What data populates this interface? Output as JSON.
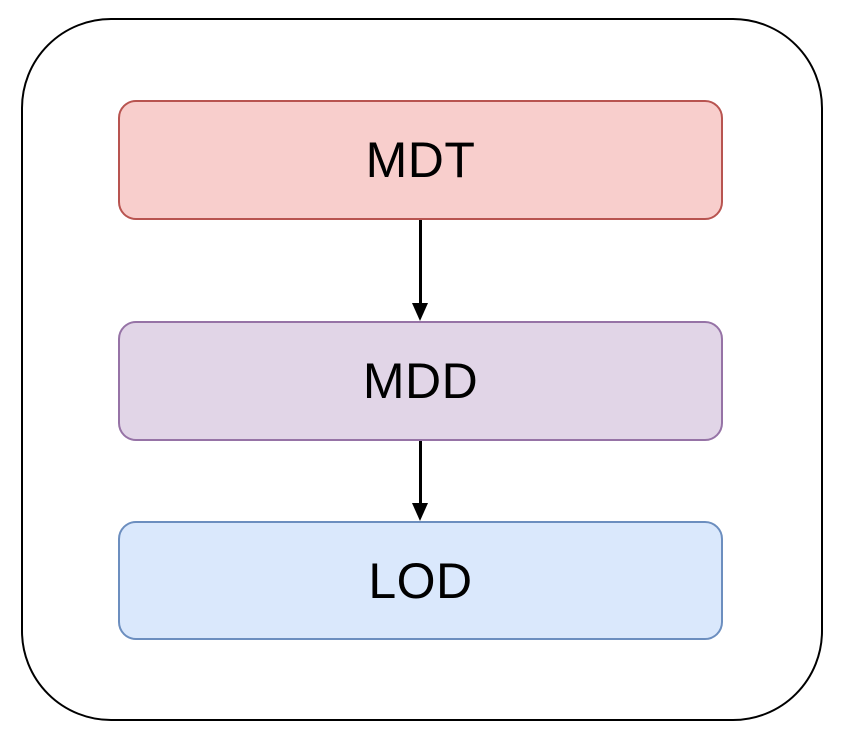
{
  "diagram": {
    "type": "flowchart",
    "canvas_background": "#ffffff",
    "container": {
      "border_color": "#000000"
    },
    "nodes": [
      {
        "id": "mdt",
        "label": "MDT",
        "fill": "#f8cecc",
        "stroke": "#b85450",
        "text_color": "#000000"
      },
      {
        "id": "mdd",
        "label": "MDD",
        "fill": "#e1d5e7",
        "stroke": "#9673a6",
        "text_color": "#000000"
      },
      {
        "id": "lod",
        "label": "LOD",
        "fill": "#dae8fc",
        "stroke": "#6c8ebf",
        "text_color": "#000000"
      }
    ],
    "edges": [
      {
        "from": "MDT",
        "to": "MDD",
        "direction": "down",
        "color": "#000000",
        "arrowhead": "solid-triangle"
      },
      {
        "from": "MDD",
        "to": "LOD",
        "direction": "down",
        "color": "#000000",
        "arrowhead": "solid-triangle"
      }
    ]
  }
}
